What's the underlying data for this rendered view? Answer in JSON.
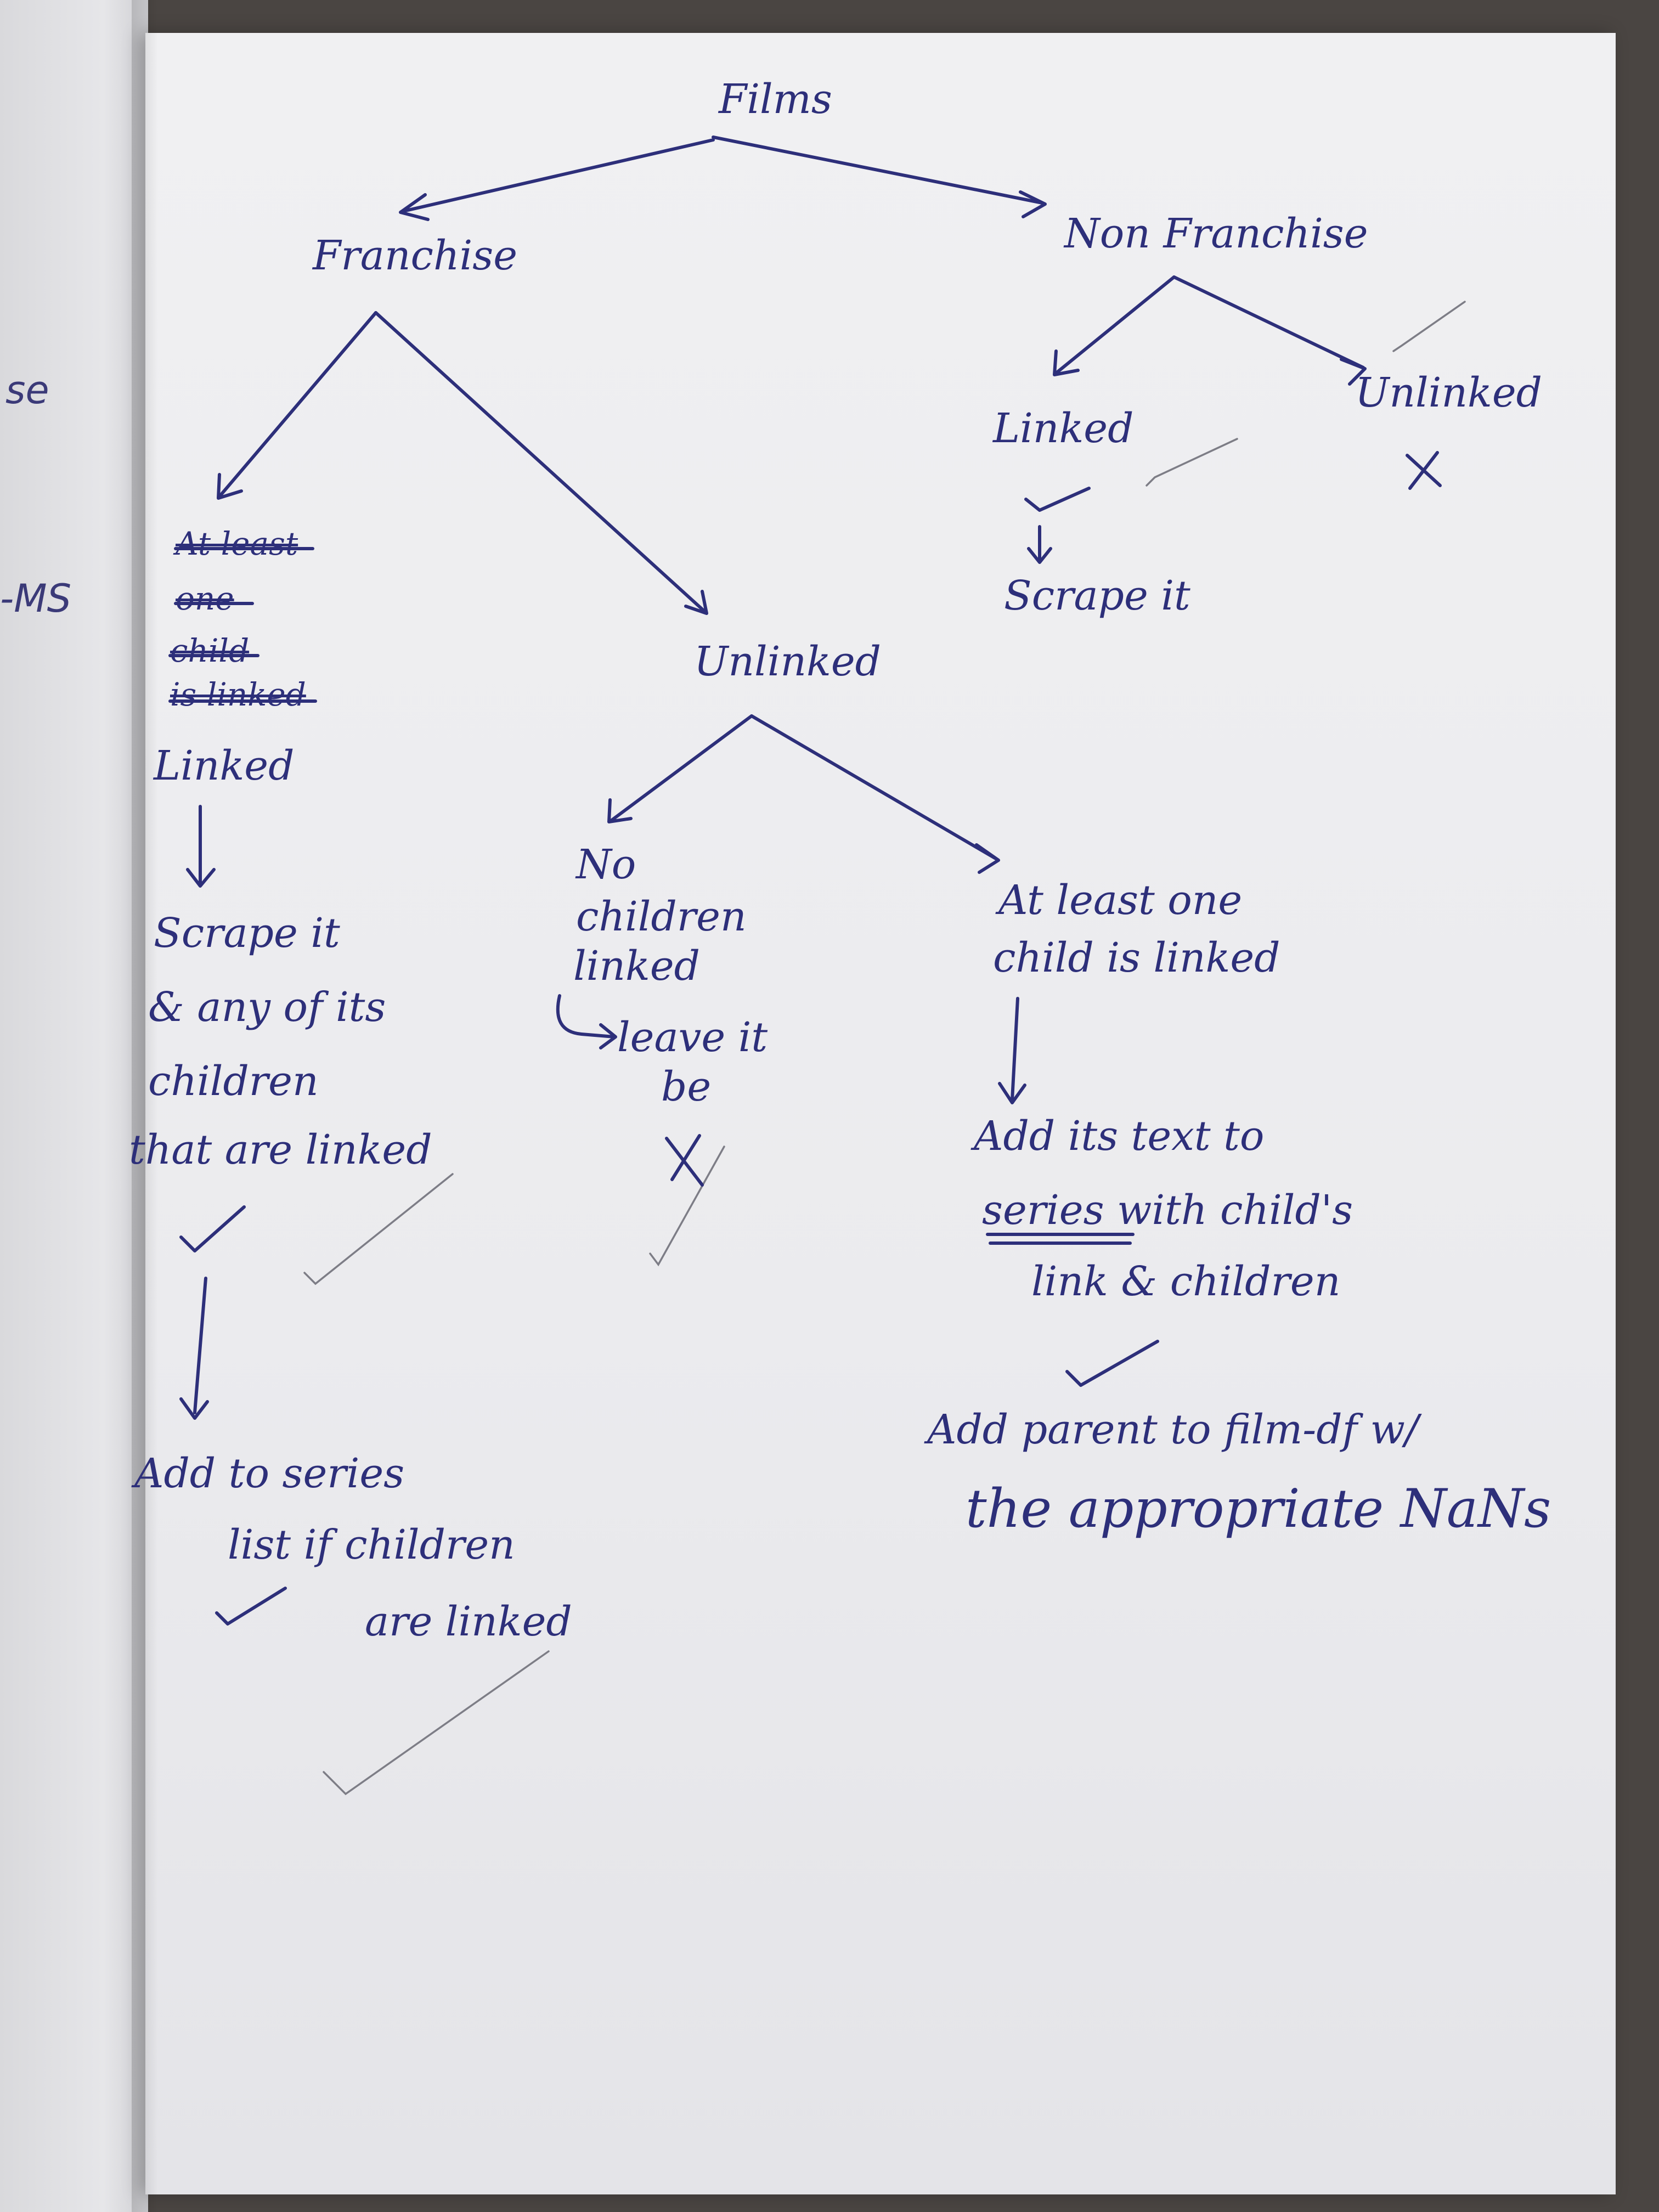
{
  "root": "Films",
  "franchise": {
    "label": "Franchise",
    "struck_note": [
      "At least",
      "one",
      "child",
      "is linked"
    ],
    "linked": {
      "label": "Linked",
      "action": [
        "Scrape it",
        "& any of its",
        "children",
        "that are linked"
      ],
      "next": [
        "Add to series",
        "list if children",
        "are linked"
      ]
    },
    "unlinked": {
      "label": "Unlinked",
      "no_children": [
        "No",
        "children",
        "linked"
      ],
      "no_children_action": [
        "leave it",
        "be"
      ],
      "some_children": [
        "At least one",
        "child is linked"
      ],
      "some_children_action": [
        "Add its text to",
        "series with child's",
        "link & children"
      ],
      "some_children_next": [
        "Add parent to film-df w/",
        "the appropriate NaNs"
      ]
    }
  },
  "non_franchise": {
    "label": "Non Franchise",
    "linked": {
      "label": "Linked",
      "action": "Scrape it"
    },
    "unlinked": {
      "label": "Unlinked"
    }
  },
  "symbols": {
    "cross": "X",
    "and_sign": "&"
  },
  "margin_scraps": [
    "-MS",
    "se"
  ],
  "colors": {
    "ink": "#2d2f7a",
    "pencil": "#7d7d86",
    "paper": "#ededf0"
  }
}
